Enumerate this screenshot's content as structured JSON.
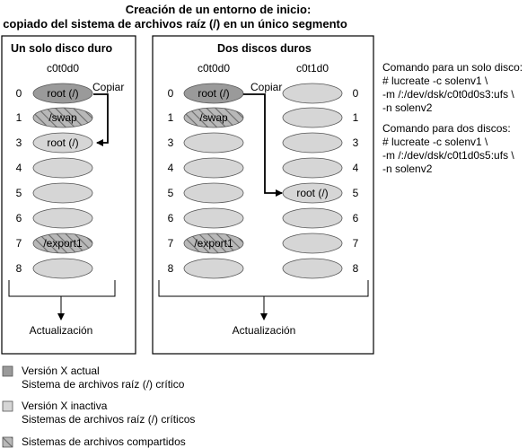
{
  "title": {
    "line1": "Creación de un entorno de inicio:",
    "line2": "copiado del sistema de archivos raíz (/) en un único segmento"
  },
  "colors": {
    "active": "#9a9a9a",
    "inactive": "#d6d6d6",
    "shared_fill": "#b8b8b8",
    "hatch": "#6a6a6a",
    "stroke": "#555555"
  },
  "panels": [
    {
      "title": "Un solo disco duro",
      "disks": [
        {
          "name": "c0t0d0",
          "numbers_side": "left",
          "slices": [
            {
              "num": "0",
              "label": "root (/)",
              "style": "active"
            },
            {
              "num": "1",
              "label": "/swap",
              "style": "shared"
            },
            {
              "num": "3",
              "label": "root (/)",
              "style": "inactive"
            },
            {
              "num": "4",
              "label": "",
              "style": "inactive"
            },
            {
              "num": "5",
              "label": "",
              "style": "inactive"
            },
            {
              "num": "6",
              "label": "",
              "style": "inactive"
            },
            {
              "num": "7",
              "label": "/export1",
              "style": "shared"
            },
            {
              "num": "8",
              "label": "",
              "style": "inactive"
            }
          ]
        }
      ],
      "copy_label": "Copiar",
      "update_label": "Actualización"
    },
    {
      "title": "Dos discos duros",
      "disks": [
        {
          "name": "c0t0d0",
          "numbers_side": "left",
          "slices": [
            {
              "num": "0",
              "label": "root (/)",
              "style": "active"
            },
            {
              "num": "1",
              "label": "/swap",
              "style": "shared"
            },
            {
              "num": "3",
              "label": "",
              "style": "inactive"
            },
            {
              "num": "4",
              "label": "",
              "style": "inactive"
            },
            {
              "num": "5",
              "label": "",
              "style": "inactive"
            },
            {
              "num": "6",
              "label": "",
              "style": "inactive"
            },
            {
              "num": "7",
              "label": "/export1",
              "style": "shared"
            },
            {
              "num": "8",
              "label": "",
              "style": "inactive"
            }
          ]
        },
        {
          "name": "c0t1d0",
          "numbers_side": "right",
          "slices": [
            {
              "num": "0",
              "label": "",
              "style": "inactive"
            },
            {
              "num": "1",
              "label": "",
              "style": "inactive"
            },
            {
              "num": "3",
              "label": "",
              "style": "inactive"
            },
            {
              "num": "4",
              "label": "",
              "style": "inactive"
            },
            {
              "num": "5",
              "label": "root (/)",
              "style": "inactive"
            },
            {
              "num": "6",
              "label": "",
              "style": "inactive"
            },
            {
              "num": "7",
              "label": "",
              "style": "inactive"
            },
            {
              "num": "8",
              "label": "",
              "style": "inactive"
            }
          ]
        }
      ],
      "copy_label": "Copiar",
      "update_label": "Actualización"
    }
  ],
  "commands": [
    {
      "heading": "Comando para un solo disco:",
      "lines": [
        "# lucreate -c solenv1 \\",
        "-m /:/dev/dsk/c0t0d0s3:ufs \\",
        "-n solenv2"
      ]
    },
    {
      "heading": "Comando para dos discos:",
      "lines": [
        "# lucreate -c solenv1 \\",
        "-m /:/dev/dsk/c0t1d0s5:ufs \\",
        "-n solenv2"
      ]
    }
  ],
  "legend": [
    {
      "style": "active",
      "lines": [
        "Versión X actual",
        "Sistema de archivos raíz (/) crítico"
      ]
    },
    {
      "style": "inactive",
      "lines": [
        "Versión X inactiva",
        "Sistemas de archivos raíz (/) críticos"
      ]
    },
    {
      "style": "shared",
      "lines": [
        "Sistemas de archivos compartidos"
      ]
    }
  ]
}
